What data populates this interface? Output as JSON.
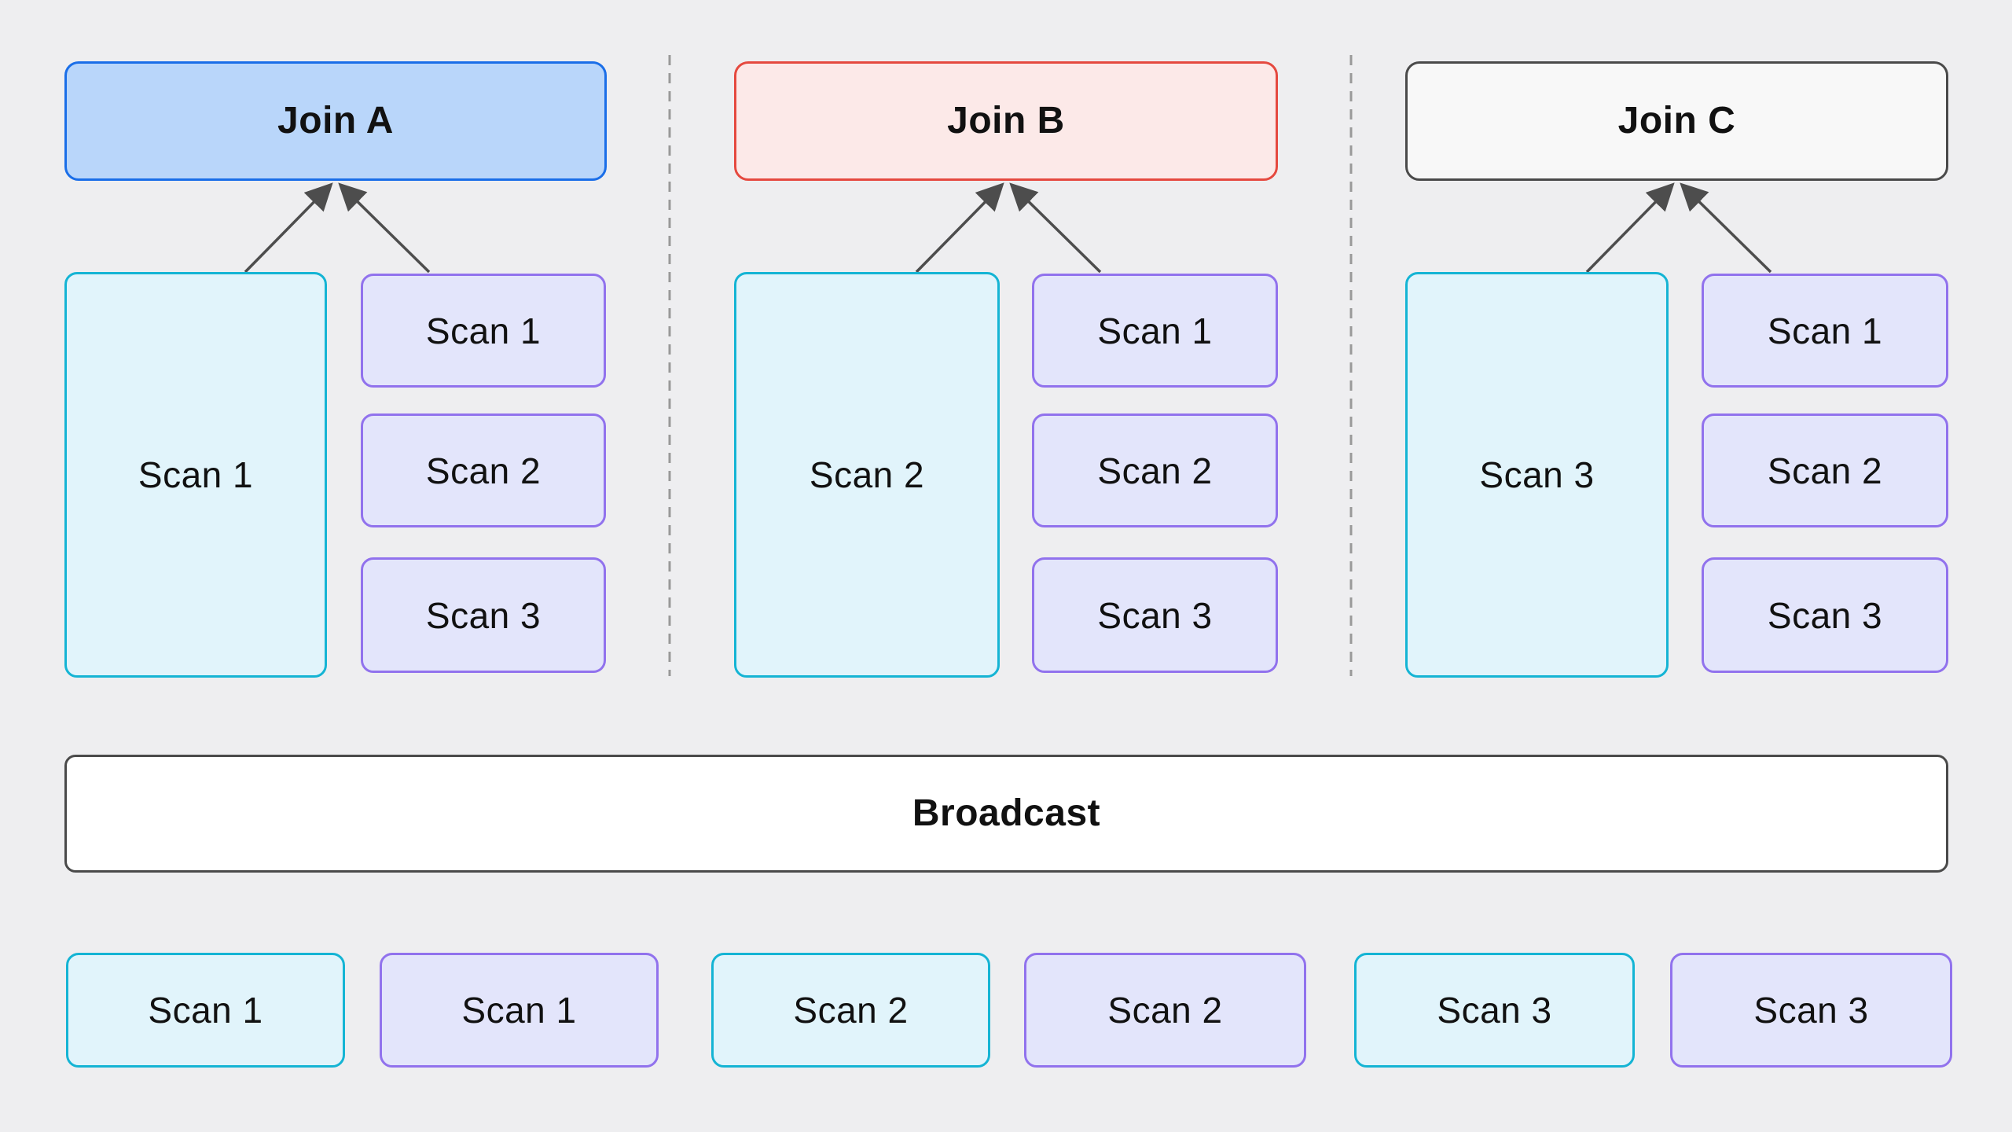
{
  "diagram": {
    "kind": "broadcast-join-plan",
    "columns": [
      {
        "join": {
          "label": "Join A"
        },
        "tall_scan": {
          "label": "Scan 1"
        },
        "stacked_scans": [
          {
            "label": "Scan 1"
          },
          {
            "label": "Scan 2"
          },
          {
            "label": "Scan 3"
          }
        ]
      },
      {
        "join": {
          "label": "Join B"
        },
        "tall_scan": {
          "label": "Scan 2"
        },
        "stacked_scans": [
          {
            "label": "Scan 1"
          },
          {
            "label": "Scan 2"
          },
          {
            "label": "Scan 3"
          }
        ]
      },
      {
        "join": {
          "label": "Join C"
        },
        "tall_scan": {
          "label": "Scan 3"
        },
        "stacked_scans": [
          {
            "label": "Scan 1"
          },
          {
            "label": "Scan 2"
          },
          {
            "label": "Scan 3"
          }
        ]
      }
    ],
    "broadcast": {
      "label": "Broadcast"
    },
    "bottom_row": [
      {
        "label": "Scan 1",
        "variant": "cyan"
      },
      {
        "label": "Scan 1",
        "variant": "purple"
      },
      {
        "label": "Scan 2",
        "variant": "cyan"
      },
      {
        "label": "Scan 2",
        "variant": "purple"
      },
      {
        "label": "Scan 3",
        "variant": "cyan"
      },
      {
        "label": "Scan 3",
        "variant": "purple"
      }
    ]
  },
  "colors": {
    "bg": "#eeeef0",
    "text": "#111111",
    "arrow": "#4d4d4d",
    "divider": "#999999",
    "join-a-fill": "#b9d6fa",
    "join-a-border": "#1a6ee8",
    "join-b-fill": "#fce9e8",
    "join-b-border": "#e5493f",
    "join-c-fill": "#f8f8f8",
    "join-c-border": "#4a4a4a",
    "cyan-fill": "#e1f4fb",
    "cyan-border": "#14b4d4",
    "purple-fill": "#e3e5fb",
    "purple-border": "#9172ed",
    "plain-fill": "#ffffff",
    "plain-border": "#4a4a4a"
  }
}
